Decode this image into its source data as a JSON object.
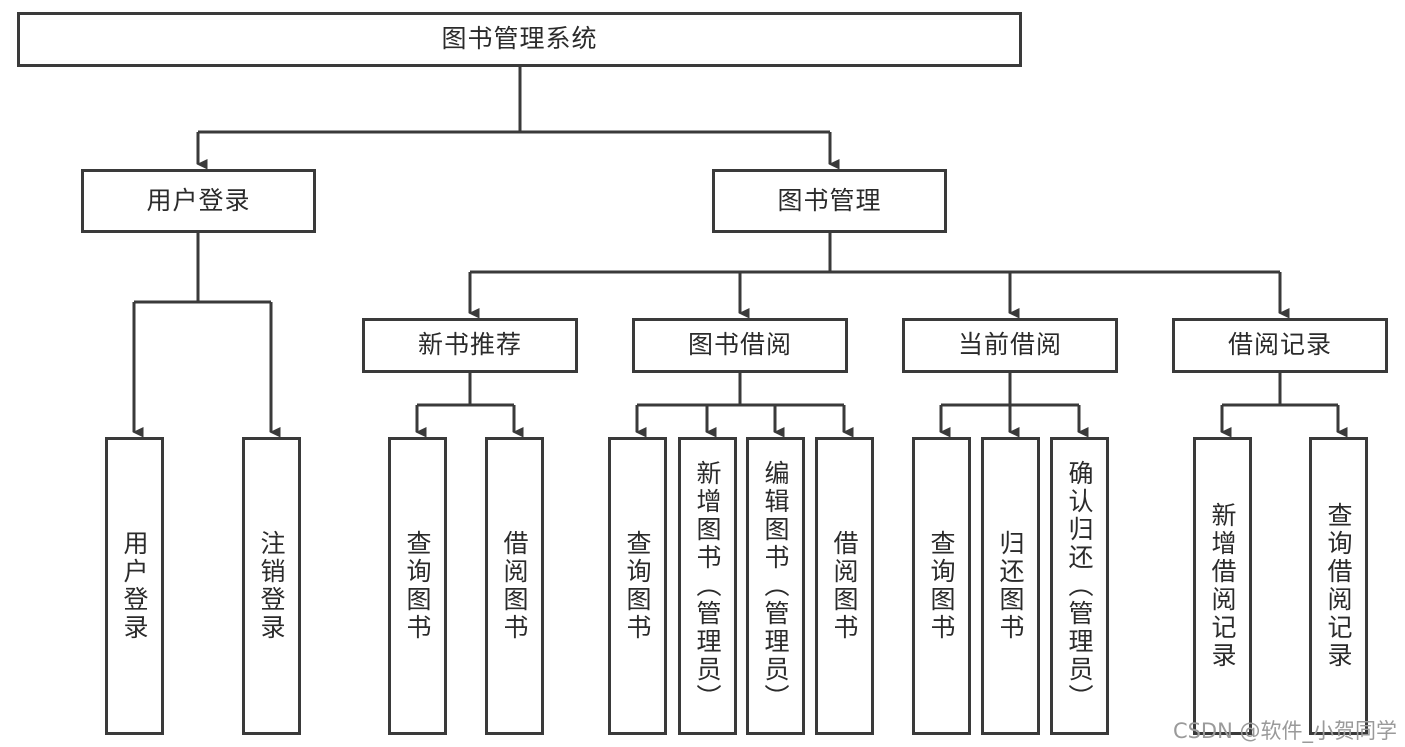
{
  "diagram": {
    "title": "图书管理系统",
    "type": "tree",
    "line_color": "#3a3a3a",
    "box_fill": "#ffffff",
    "text_color": "#2b2b2b",
    "watermark": "CSDN @软件_小贺同学",
    "root": {
      "label": "图书管理系统"
    },
    "level2": [
      {
        "label": "用户登录"
      },
      {
        "label": "图书管理"
      }
    ],
    "level3": [
      {
        "label": "新书推荐"
      },
      {
        "label": "图书借阅"
      },
      {
        "label": "当前借阅"
      },
      {
        "label": "借阅记录"
      }
    ],
    "leaves": {
      "user_login": [
        {
          "label": "用户登录"
        },
        {
          "label": "注销登录"
        }
      ],
      "new_book": [
        {
          "label": "查询图书"
        },
        {
          "label": "借阅图书"
        }
      ],
      "book_borrow": [
        {
          "label": "查询图书"
        },
        {
          "label": "新增图书（管理员）"
        },
        {
          "label": "编辑图书（管理员）"
        },
        {
          "label": "借阅图书"
        }
      ],
      "current_borrow": [
        {
          "label": "查询图书"
        },
        {
          "label": "归还图书"
        },
        {
          "label": "确认归还（管理员）"
        }
      ],
      "borrow_record": [
        {
          "label": "新增借阅记录"
        },
        {
          "label": "查询借阅记录"
        }
      ]
    }
  }
}
